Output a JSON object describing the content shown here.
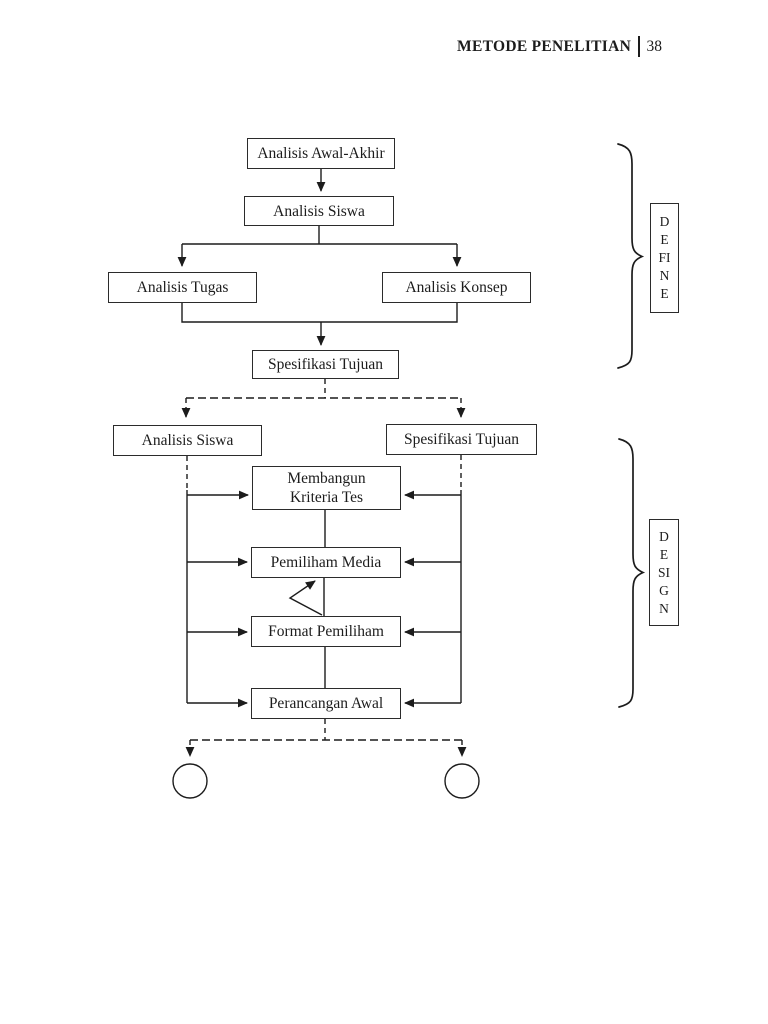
{
  "page": {
    "background_color": "#ffffff",
    "ink_color": "#1c1c1c"
  },
  "header": {
    "title": "METODE PENELITIAN",
    "page_number": "38"
  },
  "diagram": {
    "boxes": {
      "analisis_awal_akhir": "Analisis Awal-Akhir",
      "analisis_siswa_top": "Analisis Siswa",
      "analisis_tugas": "Analisis Tugas",
      "analisis_konsep": "Analisis Konsep",
      "spesifikasi_tujuan_top": "Spesifikasi Tujuan",
      "analisis_siswa_mid": "Analisis Siswa",
      "spesifikasi_tujuan_mid": "Spesifikasi Tujuan",
      "membangun_kriteria_tes_line1": "Membangun",
      "membangun_kriteria_tes_line2": "Kriteria Tes",
      "pemiliham_media": "Pemiliham Media",
      "format_pemiliham": "Format Pemiliham",
      "perancangan_awal": "Perancangan Awal"
    },
    "phases": {
      "define": "DEFINE",
      "design": "DESIGN"
    }
  }
}
